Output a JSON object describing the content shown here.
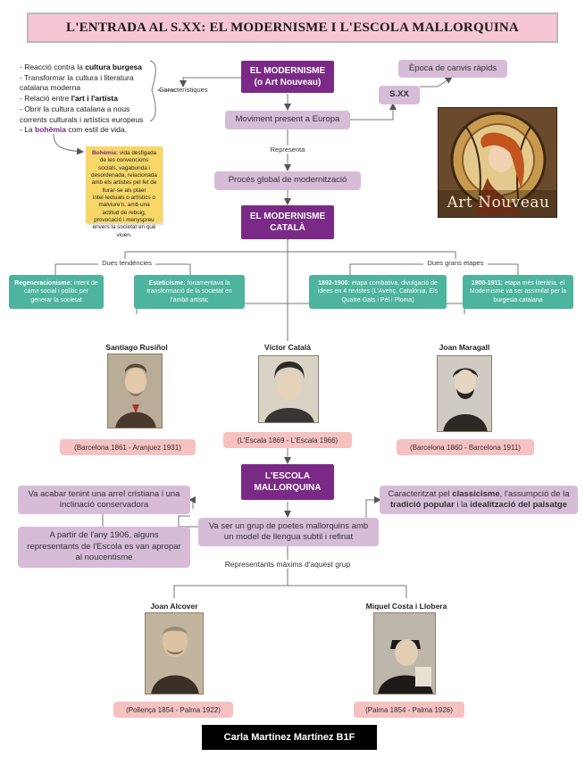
{
  "title": "L'ENTRADA AL S.XX: EL MODERNISME I L'ESCOLA MALLORQUINA",
  "modernisme": {
    "line1": "EL MODERNISME",
    "line2": "(o Art Nouveau)",
    "characteristics_label": "Característiques",
    "characteristics": [
      {
        "pre": "- Reacció contra la ",
        "bold": "cultura burgesa",
        "post": ""
      },
      {
        "pre": "- Transformar la cultura i literatura",
        "bold": "",
        "post": ""
      },
      {
        "pre": "catalana moderna",
        "bold": "",
        "post": ""
      },
      {
        "pre": "- Relació entre ",
        "bold": "l'art i l'artista",
        "post": ""
      },
      {
        "pre": "- Obrir la cultura catalana a nous",
        "bold": "",
        "post": ""
      },
      {
        "pre": "corrents culturals i artístics europeus",
        "bold": "",
        "post": ""
      },
      {
        "pre": "- La ",
        "bold": "bohèmia",
        "post": " com estil de vida."
      }
    ],
    "boheme_note": {
      "term": "Bohèmia:",
      "text": " vida desfigada de les convencions socials, vagabunda i desordenada, relacionada amb els artistes pel fet de llurar-se als plaer intel·lectuals o artístics o malviure'n, amb una actitud de rebuig, provocació i menyspreu envers la societat en què viuen."
    },
    "moviment": "Moviment present a Europa",
    "sxx": "S.XX",
    "epoca": "Època de canvis ràpids",
    "art_label": "Art Nouveau",
    "representa": "Representa",
    "proces": "Procés global de modernització"
  },
  "catala": {
    "line1": "EL MODERNISME",
    "line2": "CATALÀ",
    "tendencies_label": "Dues tendències",
    "etapes_label": "Dues grans etapes",
    "tendencies": [
      {
        "term": "Regeneracionisme:",
        "text": " intent de canvi social i polític per generar la societat"
      },
      {
        "term": "Esteticisme:",
        "text": " fonamentava la transformació de la societat en l'àmbit artístic"
      }
    ],
    "etapes": [
      {
        "term": "1892-1900:",
        "text": " etapa combativa, divulgació de idees en 4 revistes (L'Avenç, Catalònia, Els Quatre Gats i Pèl i Ploma)"
      },
      {
        "term": "1900-1911:",
        "text": " etapa més literària, el Modernisme va ser assimilat per la burgesia catalana"
      }
    ],
    "authors": [
      {
        "name": "Santiago Rusiñol",
        "dates": "(Barcelona 1861 - Aranjuez 1931)"
      },
      {
        "name": "Víctor Català",
        "dates": "(L'Escala 1869 - L'Escala 1966)"
      },
      {
        "name": "Joan Maragall",
        "dates": "(Barcelona 1860 - Barcelona 1911)"
      }
    ]
  },
  "escola": {
    "line1": "L'ESCOLA",
    "line2": "MALLORQUINA",
    "left1": "Va acabar tenint una arrel cristiana i una inclinació conservadora",
    "left2": "A partir de l'any 1906, alguns representants de l'Escola es van apropar al noucentisme",
    "center": "Va ser un grup de poetes mallorquins amb un model de llengua subtil i refinat",
    "right_parts": {
      "p1": "Caracteritzat pel ",
      "b1": "classicisme",
      "p2": ", l'assumpció de la ",
      "b2": "tradició popular",
      "p3": " i la ",
      "b3": "idealització del paisatge"
    },
    "representants_label": "Representants màxims d'aquest grup",
    "authors": [
      {
        "name": "Joan Alcover",
        "dates": "(Pollença 1854 - Palma 1922)"
      },
      {
        "name": "Miquel Costa i Llobera",
        "dates": "(Palma 1854 - Palma 1926)"
      }
    ]
  },
  "author_credit": "Carla Martínez Martínez B1F",
  "colors": {
    "purple": "#7a2a86",
    "lilac": "#d7bcd8",
    "teal": "#4db49e",
    "pink_title": "#f6c6d4",
    "pink_dates": "#f6c1c1",
    "note_yellow": "#f7d768"
  }
}
